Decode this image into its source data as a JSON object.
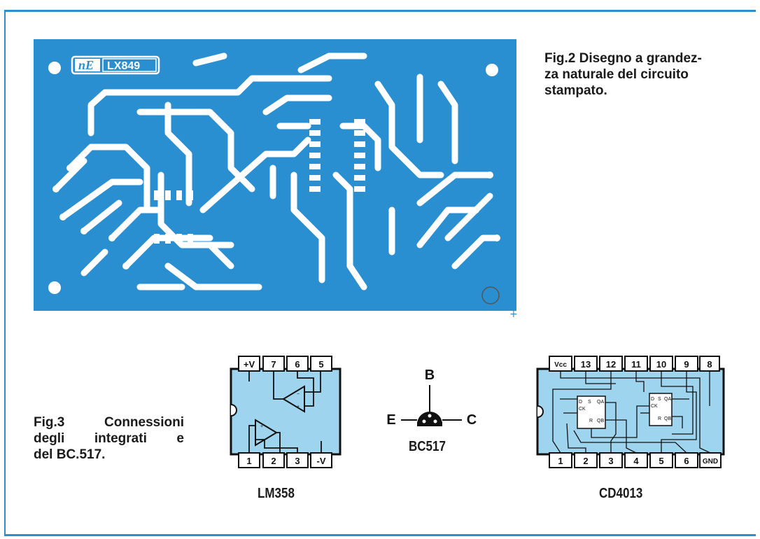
{
  "fig2": {
    "caption": "Fig.2 Disegno a grandezza naturale del circuito stampato.",
    "caption_lines": [
      "Fig.2 Disegno a grandez-",
      "za naturale del circuito",
      "stampato."
    ],
    "board_code": "LX849",
    "logo_mark": "nE",
    "pcb_color": "#2a8fd0"
  },
  "fig3": {
    "caption_lines": [
      "Fig.3 Connessioni",
      "degli integrati e",
      "del BC.517."
    ],
    "lm358": {
      "name": "LM358",
      "top_pins": [
        "+V",
        "7",
        "6",
        "5"
      ],
      "bottom_pins": [
        "1",
        "2",
        "3",
        "-V"
      ]
    },
    "bc517": {
      "name": "BC517",
      "base": "B",
      "emitter": "E",
      "collector": "C"
    },
    "cd4013": {
      "name": "CD4013",
      "top_pins": [
        "Vcc",
        "13",
        "12",
        "11",
        "10",
        "9",
        "8"
      ],
      "bottom_pins": [
        "1",
        "2",
        "3",
        "4",
        "5",
        "6",
        "GND"
      ],
      "ff_labels": [
        "D",
        "S",
        "QA",
        "CK",
        "R",
        "QB"
      ]
    },
    "ic_body_color": "#9fd4ef"
  }
}
